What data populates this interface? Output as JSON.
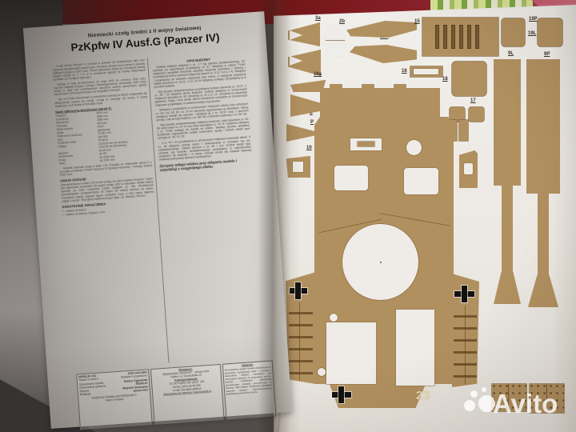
{
  "watermark": {
    "text": "Avito"
  },
  "left_page": {
    "kicker": "Niemiecki czołg średni z II wojny światowej",
    "title": "PzKpfw IV Ausf.G (Panzer IV)",
    "col1": {
      "paras": [
        "Czołg średni PzKpfw IV powstał w połowie lat trzydziestych jako wóz wsparcia dla jednostek pancernych. Pierwsze seryjne wozy wersji A opuściły zakłady Kruppa w 1937 roku. Przed wybuchem wojny do uzbrojenia weszły kolejne wersje B, C i D, a w momencie agresji na Polskę Wehrmacht posiadał 211 czołgów tego typu.",
        "Wersja G była produkowana od maja 1942 do czerwca 1943 roku. Łącznie zakłady Kruppa, Vomag i Nibelungenwerke zbudowały 1687 sztuk wersji G. Były one podstawowym sprzętem pułków pancernych dywizji pancernych i zmotoryzowanych na wszystkich frontach.",
        "Np. w 5 Pułku Pancernym w przededniu operacji w Afryce znajdowało się kilkadziesiąt wozów tej wersji. Czołgi te walczyły do końca II wojny światowej, a ich liczba w linii stale rosła."
      ],
      "table_title": "Dane taktyczno-techniczne wersji G:",
      "specs": [
        {
          "l": "Długość:",
          "v": "5920 mm"
        },
        {
          "l": "Szerokość:",
          "v": "2880 mm"
        },
        {
          "l": "Wysokość:",
          "v": "2680 mm"
        },
        {
          "l": "Prześwit:",
          "v": "400 mm"
        },
        {
          "l": "Masa bojowa:",
          "v": "23,6 t"
        },
        {
          "l": "Silnik:",
          "v": "gaźnikowy"
        },
        {
          "l": "Pojemność skokowa:",
          "v": "11 867 cm³"
        },
        {
          "l": "Moc:",
          "v": "300 KM"
        },
        {
          "l": "Prędkość maks.:",
          "v": "40 km/h"
        },
        {
          "l": "Zasięg:",
          "v": "210/130 km (na drodze)"
        },
        {
          "l": "",
          "v": "210/130 km (bezdroża)"
        },
        {
          "l": "pancerz:",
          "v": "do 80 mm"
        },
        {
          "l": "wzniesienia:",
          "v": "do 30°"
        },
        {
          "l": "brody:",
          "v": "do 1000 mm"
        },
        {
          "l": "rowy:",
          "v": "do 2200 mm"
        }
      ],
      "para_after": "Modelik wykonał czołg w skali 1:25. Posiada on malowanie wersji G z początku produkcji: 5 Pułk Pancerny 10 Dywizji Pancernej - Tunezja, wiosna 1943 roku.",
      "uwagi_title": "UWAGI OGÓLNE",
      "uwagi_text": "Zaprojektowany w skali 1:25 model czołgu nie jest modelem trudnym. Celem jest wykonanie wszystkich 28 części czołgu, jest to naturalne. Model należy wycinać po kolei numerami części (wyjątek cz. 98). Modelarzom początkującym przypominamy, że części nie należy wycinać na zapas. Krawędzie należy zaginać tępym czubkiem noża, a linie cięcia najpierw zagiąć i naciąć. Stosujemy szybkoschnące kleje, np. Minutex, Hermol.",
      "legend_title": "DODATKOWE OZNACZENIA",
      "legend": [
        "•  -  nakleić na karton",
        "▪  -  nakleić na tekturę i wyciąć 1 mm"
      ]
    },
    "col2": {
      "heading": "OPIS BUDOWY",
      "paras": [
        "Szkielet kadłuba sklejamy z cz. 1-7 wg rysunku zestawieniowego. Do szkieletu po wyschnięciu przyklejamy cz. 8 i sklejamy w całość. Przed sklejeniem wszystkie elementy szkieletu starannie wycinamy z arkuszy i pozbawiamy koloru pionowe fragmenty łączeń cz. 9-11 i 12 (L i P). Sklejamy i przyklejamy do szkieletu zapasowe koła nośne, a następnie poklejamy kadłub pancerza cz. 14-21. Z cz. 22-24 sklejamy uchwyty i przyklejamy je w przodzie kadłuba.",
        "Wg rysunku zestawieniowego przyklejamy kolejne elementy cz. 25-27. Z cz. 28 i 29 sklejamy tłumik wydechu. Kolejno sklejamy w oznaczonych miejscach skrzynkę cz. 30 i skrzynkę cz. 31 z cz. 13 - skrzynką na zapasowe gąsienice. Klapy i inne detale dwóch kompletów uchwytów w oznaczonych miejscach przyklejamy do kadłuba kolejno wg rysunku.",
        "Sklejamy i przyklejamy w oznaczonych miejscach osłony szyn uchylnych cz. 33 i 34, 35, 36 i cz. 37-41 elementy wyposażenia na błotnikach. Wieży nadajemy kształt wg rysunku i sklejamy ją z cz. 42-57 wraz z jarzmem armaty. Lufę armaty zwijamy z cz. 58 i 59, a hamulec wylotowy z cz. 60 i 61.",
        "Wg rysunku zestawieniowego sklejamy podwozie: koła napędowe cz. 62-66, koła nośne cz. 67-74 oraz koła napinające cz. 75-78. Gąsienice sklejamy z cz. 79-89 nadając im kształt na kołach. Według rysunku składamy dodatkowe wyposażenie: szakle holownicze, łopaty i drobne detale typu uchwyty cz. 90, 91, 92.",
        "Z cz. 93 + a-d przyklejamy w oznaczonych miejscach pozostałe detale. Z cz. 94 sklejamy anteny nośne i umieszczamy w uchwycie wg rys. zestawieniowego. Ostatni element z cz. 95 + a-b. Drobne detale typu uchwyty wg rysunku zestawieniowego przyklejamy w odpowiednich miejscach na kadłubie i w wieży. Gotowy model dla nadania większej trwałości pokrywamy lakierem bezbarwnym."
      ],
      "closing": "Życzymy miłego relaksu przy sklejaniu modelu i satysfakcji z osiągniętego efektu."
    },
    "footer": {
      "box1": {
        "line1l": "MODELIK 1/02",
        "line1r": "ISSN 1428-3840",
        "line2l": "Panzer IV Ausf.G",
        "line2r": "Wydanie II poprawione",
        "r0l": "Opracowanie modelu:",
        "r0r": "Dariusz Zygmaniak",
        "r1l": "Opracowanie graficzne:",
        "r1r": "MODELIK",
        "r2l": "Rysunki:",
        "r2r": "Wojciech Sankowski",
        "r3l": "Redakcja:",
        "r3r": "Janusz Oleś",
        "rights": "WSZELKIE PRAWA ZASTRZEŻONE ©",
        "made": "Made in Poland"
      },
      "box2": {
        "h1": "Wydawca:",
        "l1": "Wydawnictwo „MODELIK” - Janusz Oleś",
        "l2": "Gryfino; ul. Szczecińska 10",
        "h2": "Korespondencja:",
        "l3": "74-100 Gryfino; skr. poczt. 125",
        "l4": "tel./fax: (091) 40-45-299",
        "l5": "e-mail: biuro@modelik.pl",
        "l6": "Zapraszamy do internetu: www.modelik.pl"
      },
      "box3": {
        "heading": "UWAGA!",
        "text": "Szczegółowy wykaz modeli dostępnych w sprzedaży wysyłkowej wraz z cenami i warunkami zakupu wysyłamy po otrzymaniu koperty ze znaczkiem na list. Istnieje możliwość zakupienia prenumeraty (zasady prenumeraty w ofercie). Dla stałych modelarzy specjalne warunki zakupu. Zainteresowanym współpracą prześlemy ofertę."
      }
    }
  },
  "right_page": {
    "sheet_number": "23",
    "labels": {
      "p3a": "3a",
      "p2b": "2b",
      "p11p": "11P",
      "p11l": "11L",
      "p15": "15",
      "p19p": "19P",
      "p19l": "19L",
      "p9l": "9L",
      "p9p": "9P",
      "p16": "16",
      "p16a": "16a",
      "p18": "18",
      "p17": "17",
      "pL": "L",
      "pP": "P",
      "p12": "12",
      "p10": "10"
    }
  },
  "colors": {
    "part_tan": "#b1905f",
    "page_white": "#efede9",
    "background_maroon": "#731619",
    "background_pink": "#cf7183",
    "cross_black": "#141210"
  }
}
